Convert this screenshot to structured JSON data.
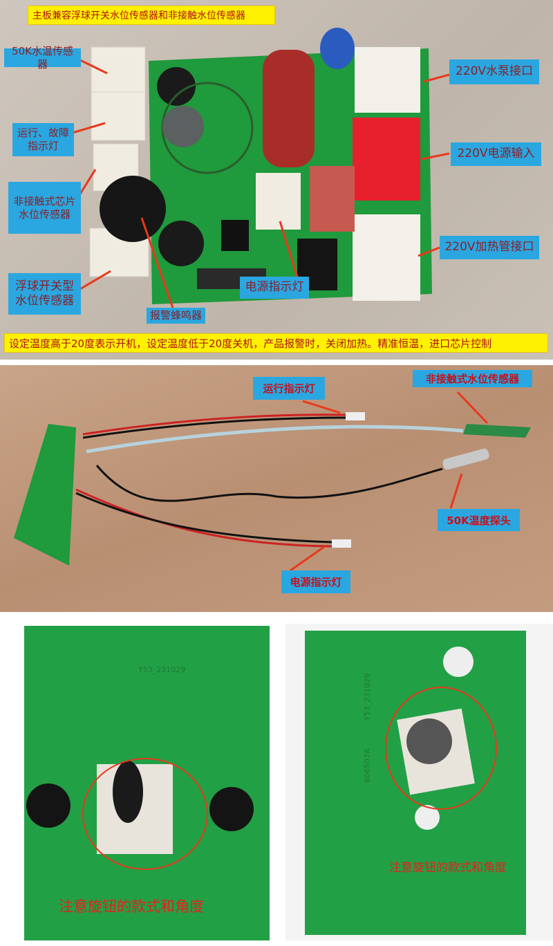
{
  "panel_top": {
    "title": "主板兼容浮球开关水位传感器和非接触水位传感器",
    "labels": {
      "temp_sensor": "50K水温传感器",
      "run_fault_led": "运行、故障指示灯",
      "noncontact_sensor": "非接触式芯片水位传感器",
      "float_sensor": "浮球开关型水位传感器",
      "buzzer": "报警蜂鸣器",
      "power_led": "电源指示灯",
      "pump": "220V水泵接口",
      "power_input": "220V电源输入",
      "heater": "220V加热管接口"
    },
    "footer": "设定温度高于20度表示开机，设定温度低于20度关机，产品报警时，关闭加热。精准恒温，进口芯片控制"
  },
  "panel_middle": {
    "labels": {
      "run_led": "运行指示灯",
      "noncontact_sensor": "非接触式水位传感器",
      "temp_probe": "50K温度探头",
      "power_led": "电源指示灯"
    }
  },
  "panel_bottom": {
    "left_caption": "注意旋钮的款式和角度",
    "right_caption": "注意旋钮的款式和角度",
    "board_marking": "Y53_231029",
    "board_code": "806507A"
  },
  "colors": {
    "label_bg": "#2aa7e0",
    "label_text": "#8a1f2a",
    "highlight_bg": "#fff200",
    "arrow": "#e8381c",
    "pcb": "#1f9a3c"
  }
}
